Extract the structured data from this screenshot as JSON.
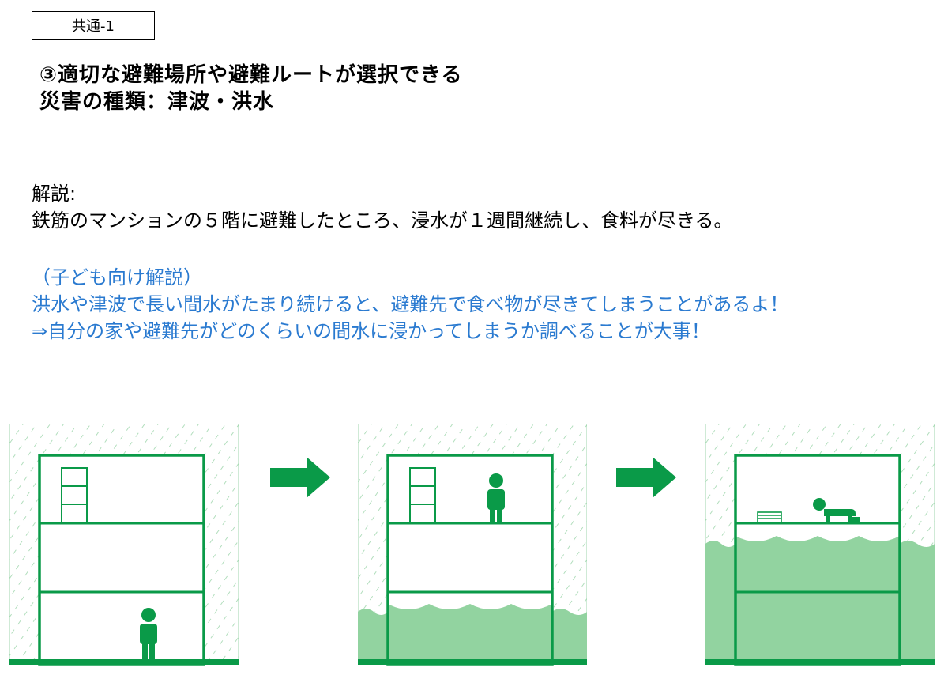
{
  "tag": {
    "label": "共通-1"
  },
  "heading": {
    "line1": "③適切な避難場所や避難ルートが選択できる",
    "line2": "災害の種類：津波・洪水"
  },
  "explanation": {
    "label": "解説:",
    "text": "鉄筋のマンションの５階に避難したところ、浸水が１週間継続し、食料が尽きる。"
  },
  "kids_explanation": {
    "label": "（子ども向け解説）",
    "line1": "洪水や津波で長い間水がたまり続けると、避難先で食べ物が尽きてしまうことがあるよ！",
    "line2": "⇒自分の家や避難先がどのくらいの間水に浸かってしまうか調べることが大事！"
  },
  "colors": {
    "green": "#0a9a48",
    "water": "#92d3a0",
    "hatch": "#9fd6ad",
    "kids_text": "#2a7ad0"
  },
  "illustration": {
    "panels": [
      {
        "id": "panel-1",
        "water_level": "none",
        "person": "standing-ground-floor",
        "shelf": "full"
      },
      {
        "id": "panel-2",
        "water_level": "first-floor",
        "person": "standing-upper-floor",
        "shelf": "full"
      },
      {
        "id": "panel-3",
        "water_level": "above-second-floor",
        "person": "crawling-upper-floor",
        "shelf": "small-remaining"
      }
    ],
    "arrows": [
      "arrow-right-icon",
      "arrow-right-icon"
    ]
  }
}
